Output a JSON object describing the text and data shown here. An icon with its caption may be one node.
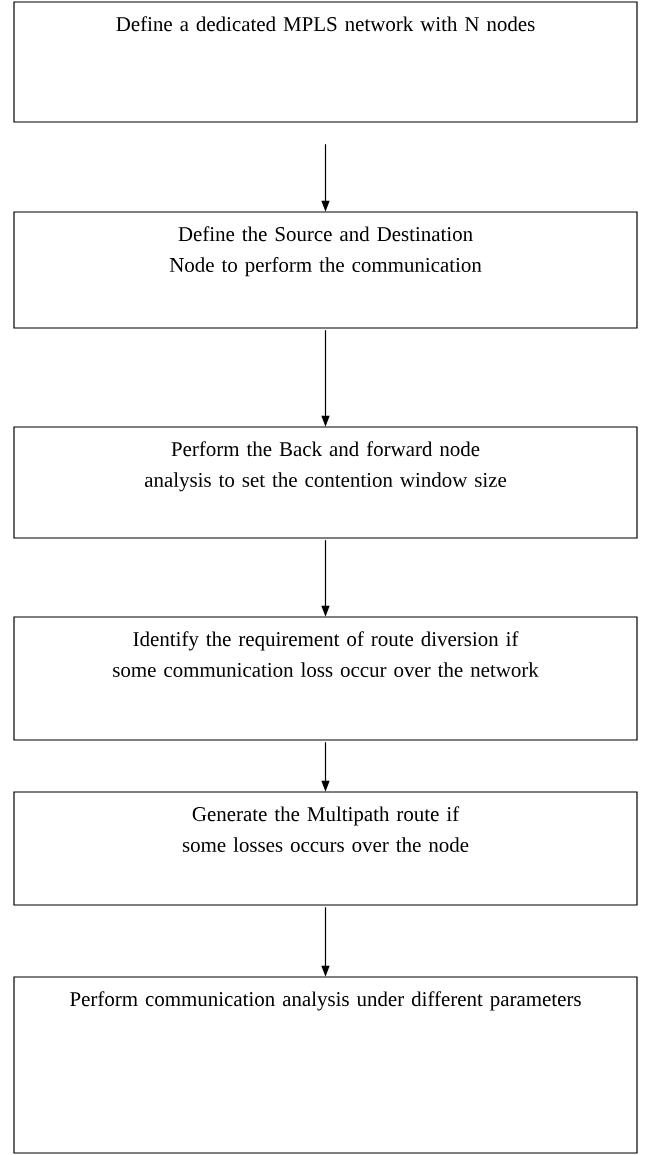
{
  "diagram": {
    "nodes": [
      {
        "text": [
          "Define a dedicated MPLS network with N nodes"
        ]
      },
      {
        "text": [
          "Define the Source and Destination Node to perform the communication"
        ]
      },
      {
        "text": [
          "Perform the Back and forward node analysis to set the contention window size"
        ]
      },
      {
        "text": [
          "Identify the requirement of route diversion if some communication loss occur over the network"
        ]
      },
      {
        "text": [
          "Generate the Multipath route if some losses occurs over the node"
        ]
      },
      {
        "text": [
          "Perform communication analysis under different parameters"
        ]
      }
    ],
    "edges": [
      {
        "from": 0,
        "to": 1,
        "arrow": "to"
      },
      {
        "from": 1,
        "to": 2,
        "arrow": "to"
      },
      {
        "from": 2,
        "to": 3,
        "arrow": "to"
      },
      {
        "from": 3,
        "to": 4,
        "arrow": "to"
      },
      {
        "from": 4,
        "to": 5,
        "arrow": "to"
      }
    ]
  }
}
